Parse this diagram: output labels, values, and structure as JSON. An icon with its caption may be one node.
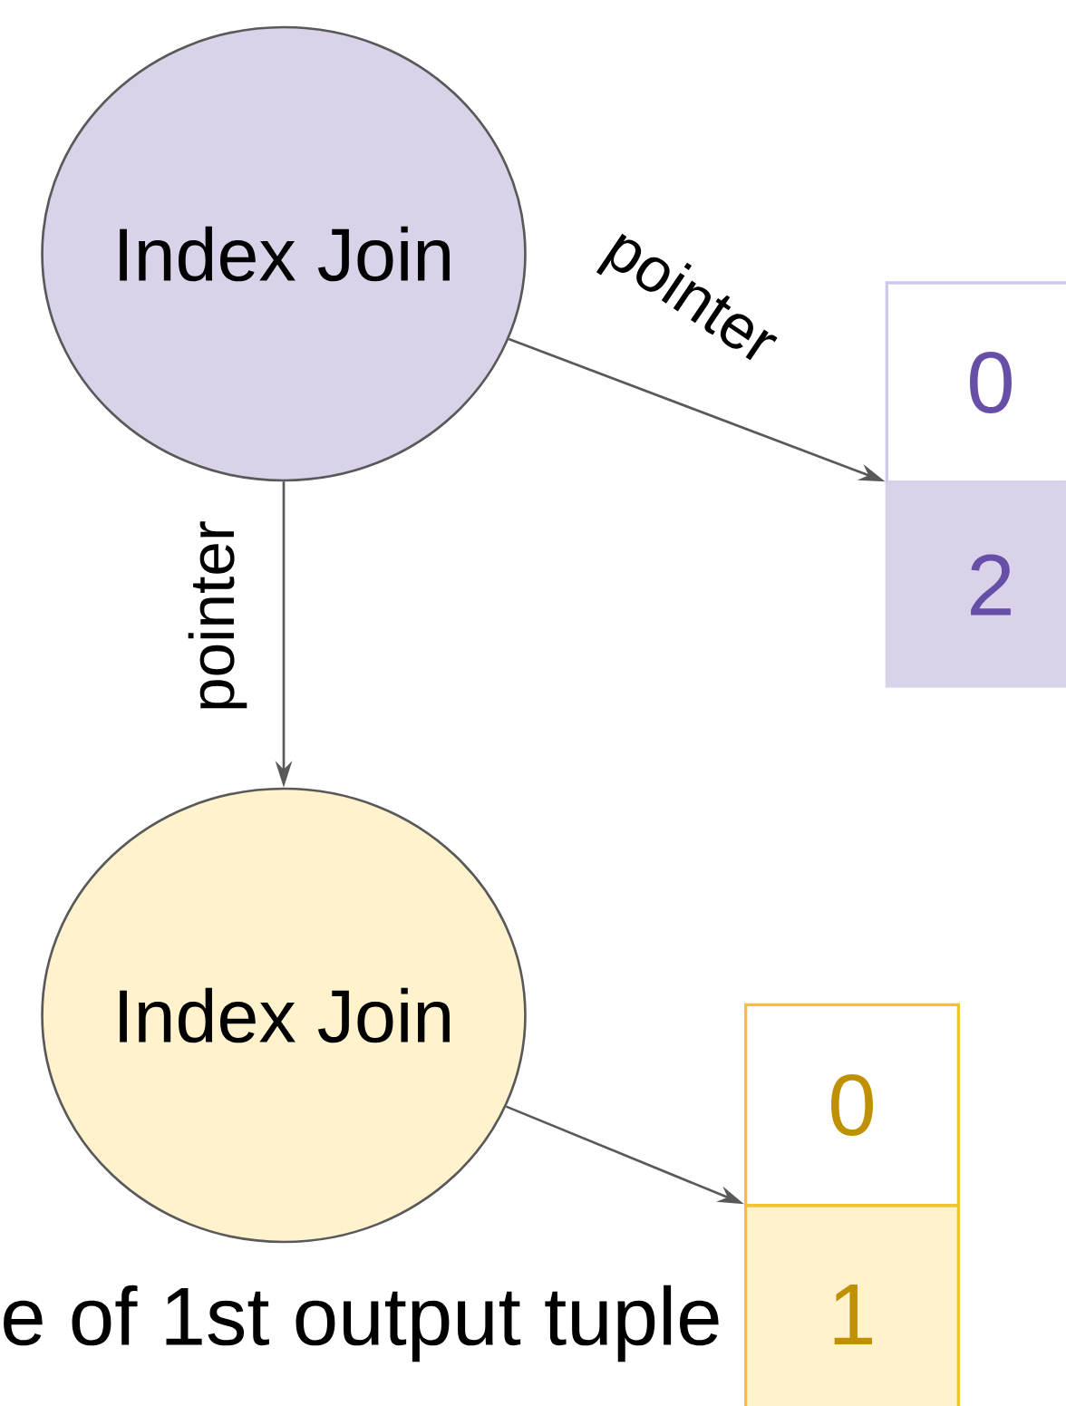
{
  "diagram": {
    "nodes": [
      {
        "text": [
          "Index Join"
        ]
      },
      {
        "text": [
          "0"
        ]
      },
      {
        "text": [
          "2"
        ]
      },
      {
        "text": [
          "Index Join"
        ]
      },
      {
        "text": [
          "0"
        ]
      },
      {
        "text": [
          "1"
        ]
      }
    ],
    "edges": [
      {
        "from": 0,
        "to": 2,
        "arrow": "to",
        "label": "pointer"
      },
      {
        "from": 0,
        "to": 3,
        "arrow": "to",
        "label": "pointer"
      },
      {
        "from": 3,
        "to": 5,
        "arrow": "to"
      }
    ],
    "labels": [
      "e of 1st output tuple"
    ]
  }
}
